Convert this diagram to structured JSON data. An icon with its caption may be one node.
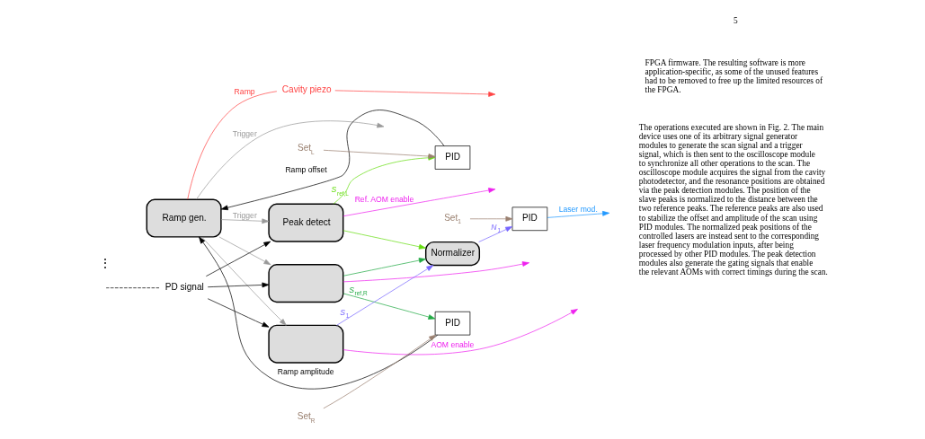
{
  "diagram": {
    "nodes": [
      {
        "text": [
          "Ramp gen."
        ]
      },
      {
        "text": [
          "Peak detect"
        ]
      },
      {
        "text": [],
        "shape": "box"
      },
      {
        "text": [],
        "shape": "box"
      },
      {
        "text": [
          "PID"
        ]
      },
      {
        "text": [
          "PID"
        ]
      },
      {
        "text": [
          "Normalizer"
        ]
      },
      {
        "text": [
          "PID"
        ]
      },
      {
        "text": [
          "Set$_{L}$"
        ]
      },
      {
        "text": [
          "Set$_{R}$"
        ]
      },
      {
        "text": [
          "Set$_{1}$"
        ]
      },
      {
        "text": [
          "PD signal"
        ]
      },
      {
        "text": [
          "Cavity piezo"
        ]
      }
    ],
    "edges": [
      {
        "from": 4,
        "to": 0,
        "arrow": "to",
        "label": "Ramp offset"
      },
      {
        "from": 5,
        "to": 0,
        "arrow": "to",
        "label": "Ramp amplitude"
      },
      {
        "from": 0,
        "to": 12,
        "arrow": "none",
        "label": "Ramp",
        "color": "#ff4444"
      },
      {
        "from": 12,
        "to": null,
        "arrow": "to",
        "color": "#ff4444"
      },
      {
        "from": 0,
        "to": 1,
        "arrow": "to",
        "label": "Trigger",
        "color": "#999999"
      },
      {
        "from": 0,
        "to": 2,
        "arrow": "to",
        "color": "#999999"
      },
      {
        "from": 0,
        "to": 3,
        "arrow": "to",
        "color": "#999999"
      },
      {
        "from": 0,
        "to": null,
        "arrow": "to",
        "label": "Trigger",
        "color": "#999999"
      },
      {
        "from": null,
        "to": 11,
        "arrow": "none",
        "style": "dashed"
      },
      {
        "from": 11,
        "to": 1,
        "arrow": "to"
      },
      {
        "from": 11,
        "to": 2,
        "arrow": "to"
      },
      {
        "from": 11,
        "to": 3,
        "arrow": "to"
      },
      {
        "from": 1,
        "to": 4,
        "arrow": "to",
        "label": "*S*$_{ref,L}$",
        "color": "#66dd11"
      },
      {
        "from": 1,
        "to": 6,
        "arrow": "to",
        "color": "#66dd11"
      },
      {
        "from": 2,
        "to": 5,
        "arrow": "to",
        "label": "*S*$_{ref,R}$",
        "color": "#22aa44"
      },
      {
        "from": 2,
        "to": 6,
        "arrow": "to",
        "color": "#22aa44"
      },
      {
        "from": 3,
        "to": 6,
        "arrow": "to",
        "label": "*S*$_{1}$",
        "color": "#7766ff"
      },
      {
        "from": 6,
        "to": 7,
        "arrow": "to",
        "label": "*N*$_{1}$",
        "color": "#7766ff"
      },
      {
        "from": 7,
        "to": null,
        "arrow": "to",
        "label": "Laser mod.",
        "color": "#2299ff"
      },
      {
        "from": 8,
        "to": 4,
        "arrow": "to",
        "color": "#9a8070"
      },
      {
        "from": 9,
        "to": 5,
        "arrow": "to",
        "color": "#9a8070"
      },
      {
        "from": 10,
        "to": 7,
        "arrow": "to",
        "color": "#9a8070"
      },
      {
        "from": 3,
        "to": null,
        "arrow": "to",
        "label": "AOM enable",
        "color": "#ee22ee"
      },
      {
        "from": 1,
        "to": null,
        "arrow": "to",
        "label": "Ref. AOM enable",
        "color": "#ee22ee"
      },
      {
        "from": 2,
        "to": null,
        "arrow": "to",
        "color": "#ee22ee"
      }
    ],
    "labels": [
      "⋮",
      "5",
      "FPGA firmware. The resulting software is more application-specific, as some of the unused features had to be removed to free up the limited resources of the FPGA.",
      "The operations executed are shown in Fig. 2. The main device uses one of its arbitrary signal generator modules to generate the scan signal and a trigger signal, which is then sent to the oscilloscope module to synchronize all other operations to the scan. The oscilloscope module acquires the signal from the cavity photodetector, and the resonance positions are obtained via the peak detection modules. The position of the slave peaks is normalized to the distance between the two reference peaks. The reference peaks are also used to stabilize the offset and amplitude of the scan using PID modules. The normalized peak positions of the controlled lasers are instead sent to the corresponding laser frequency modulation inputs, after being processed by other PID modules. The peak detection modules also generate the gating signals that enable the relevant AOMs with correct timings during the scan."
    ]
  }
}
